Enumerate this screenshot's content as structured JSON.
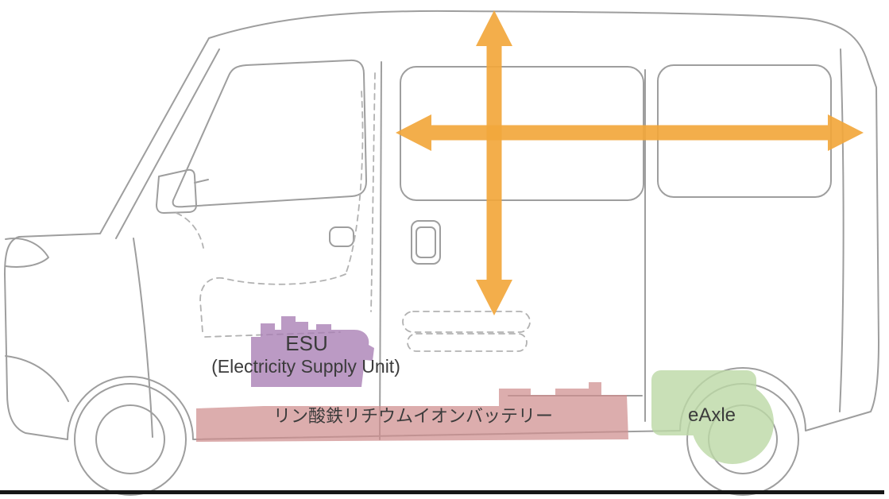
{
  "labels": {
    "esu_title": "ESU",
    "esu_subtitle": "(Electricity Supply Unit)",
    "battery": "リン酸鉄リチウムイオンバッテリー",
    "eaxle": "eAxle"
  },
  "colors": {
    "arrow_orange": "#F2A73C",
    "esu_purple": "#A87DB3",
    "battery_pink": "#CF8D8D",
    "eaxle_green": "#BCD9A6",
    "outline_gray": "#9E9E9E",
    "dash_gray": "#B2B2B2",
    "label_text": "#3B3B3B",
    "ground_black": "#161616"
  }
}
